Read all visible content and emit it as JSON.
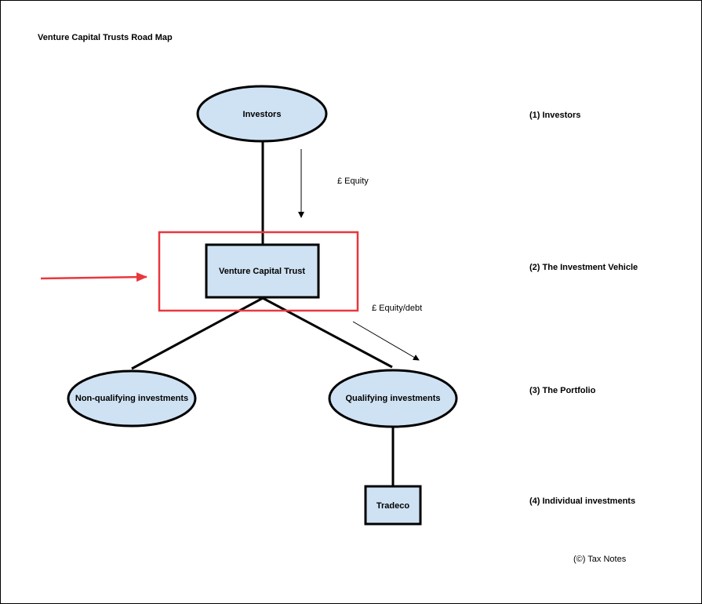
{
  "title": "Venture Capital Trusts Road Map",
  "nodes": {
    "investors": "Investors",
    "vct": "Venture Capital Trust",
    "non_qualifying": "Non-qualifying investments",
    "qualifying": "Qualifying investments",
    "tradeco": "Tradeco"
  },
  "flows": {
    "equity": "£  Equity",
    "equity_debt": "£  Equity/debt"
  },
  "levels": [
    "(1) Investors",
    "(2) The Investment Vehicle",
    "(3) The Portfolio",
    "(4) Individual investments"
  ],
  "credit": "(©) Tax Notes",
  "colors": {
    "node_fill": "#cfe2f3",
    "highlight": "#e8383d",
    "line": "#000000"
  }
}
